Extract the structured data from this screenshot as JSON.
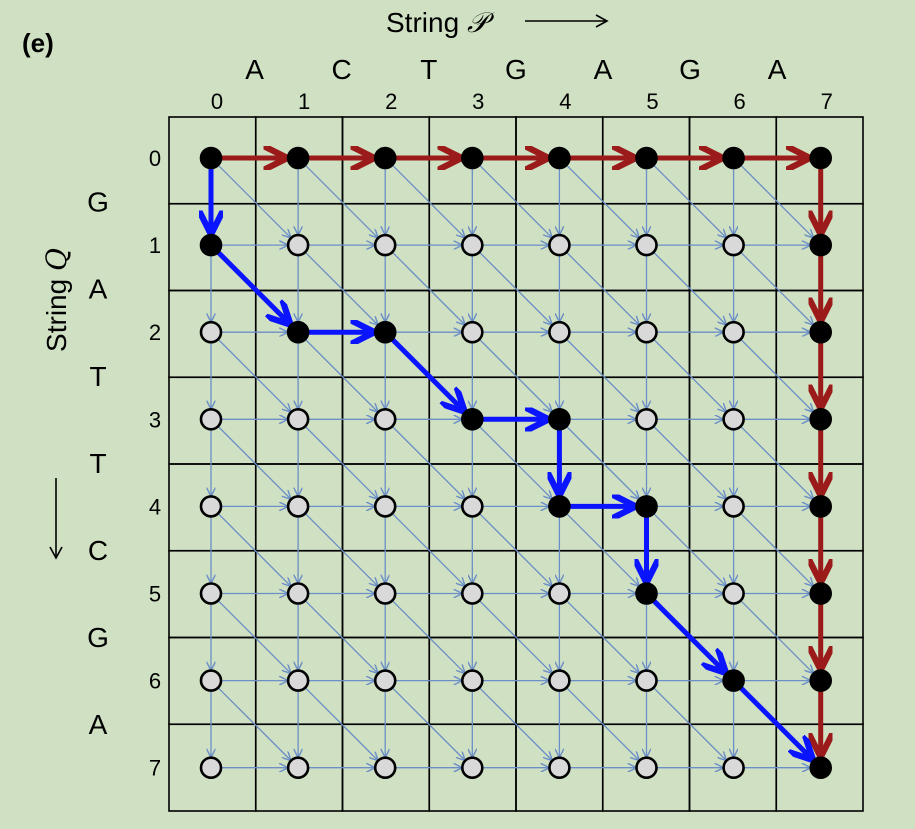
{
  "panel_label": "(e)",
  "p_axis": {
    "title": "String ",
    "symbol": "𝒫"
  },
  "q_axis": {
    "title": "String ",
    "symbol": "Q"
  },
  "string_p": [
    "A",
    "C",
    "T",
    "G",
    "A",
    "G",
    "A"
  ],
  "string_q": [
    "G",
    "A",
    "T",
    "T",
    "C",
    "G",
    "A"
  ],
  "col_indices": [
    "0",
    "1",
    "2",
    "3",
    "4",
    "5",
    "6",
    "7"
  ],
  "row_indices": [
    "0",
    "1",
    "2",
    "3",
    "4",
    "5",
    "6",
    "7"
  ],
  "grid": {
    "rows": 8,
    "cols": 8
  },
  "colors": {
    "background": "#cfe0c3",
    "cell_border": "#000000",
    "grid_edge": "#6b8fc6",
    "filled_node": "#000000",
    "empty_node": "#d9d9d9",
    "red_path": "#9b1b1b",
    "blue_path": "#0a14ff"
  },
  "red_path": [
    [
      0,
      0
    ],
    [
      0,
      1
    ],
    [
      0,
      2
    ],
    [
      0,
      3
    ],
    [
      0,
      4
    ],
    [
      0,
      5
    ],
    [
      0,
      6
    ],
    [
      0,
      7
    ],
    [
      1,
      7
    ],
    [
      2,
      7
    ],
    [
      3,
      7
    ],
    [
      4,
      7
    ],
    [
      5,
      7
    ],
    [
      6,
      7
    ],
    [
      7,
      7
    ]
  ],
  "blue_path": [
    [
      0,
      0
    ],
    [
      1,
      0
    ],
    [
      2,
      1
    ],
    [
      2,
      2
    ],
    [
      3,
      3
    ],
    [
      3,
      4
    ],
    [
      4,
      4
    ],
    [
      4,
      5
    ],
    [
      5,
      5
    ],
    [
      6,
      6
    ],
    [
      7,
      7
    ]
  ]
}
